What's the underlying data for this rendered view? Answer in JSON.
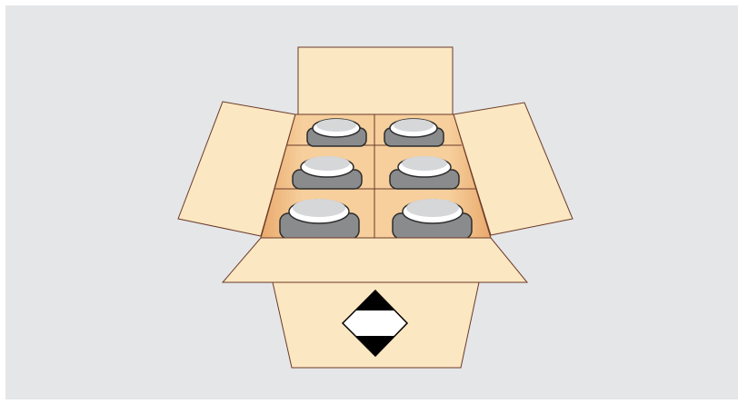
{
  "illustration": {
    "subject": "open-shipping-box-with-six-bottles",
    "bottle_rows": 3,
    "bottle_columns": 2,
    "label": "limited-quantity-diamond-mark"
  },
  "colors": {
    "background": "#e5e6e8",
    "cardboard": "#fbe7c1",
    "box_interior": "#f4c892",
    "box_interior_shade": "#e9a96c",
    "outline": "#6b3a2a",
    "bottle_body": "#8a8b8d",
    "bottle_cap": "#d6d7d9",
    "bottle_cap_rim": "#ffffff",
    "marking_black": "#000000",
    "marking_white": "#ffffff"
  }
}
